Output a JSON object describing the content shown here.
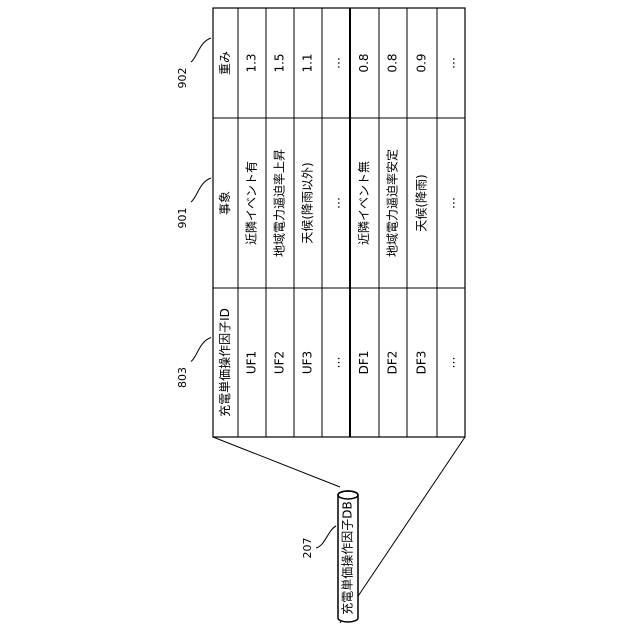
{
  "database": {
    "label": "充電単価操作因子DB",
    "ref": "207"
  },
  "table": {
    "columns": [
      {
        "header": "充電単価操作因子ID",
        "ref": "803"
      },
      {
        "header": "事象",
        "ref": "901"
      },
      {
        "header": "重み",
        "ref": "902"
      }
    ],
    "rows": [
      [
        "UF1",
        "近隣イベント有",
        "1.3"
      ],
      [
        "UF2",
        "地域電力逼迫率上昇",
        "1.5"
      ],
      [
        "UF3",
        "天候(降雨以外)",
        "1.1"
      ],
      [
        "…",
        "…",
        "…"
      ],
      [
        "DF1",
        "近隣イベント無",
        "0.8"
      ],
      [
        "DF2",
        "地域電力逼迫率安定",
        "0.8"
      ],
      [
        "DF3",
        "天候(降雨)",
        "0.9"
      ],
      [
        "…",
        "…",
        "…"
      ]
    ]
  }
}
